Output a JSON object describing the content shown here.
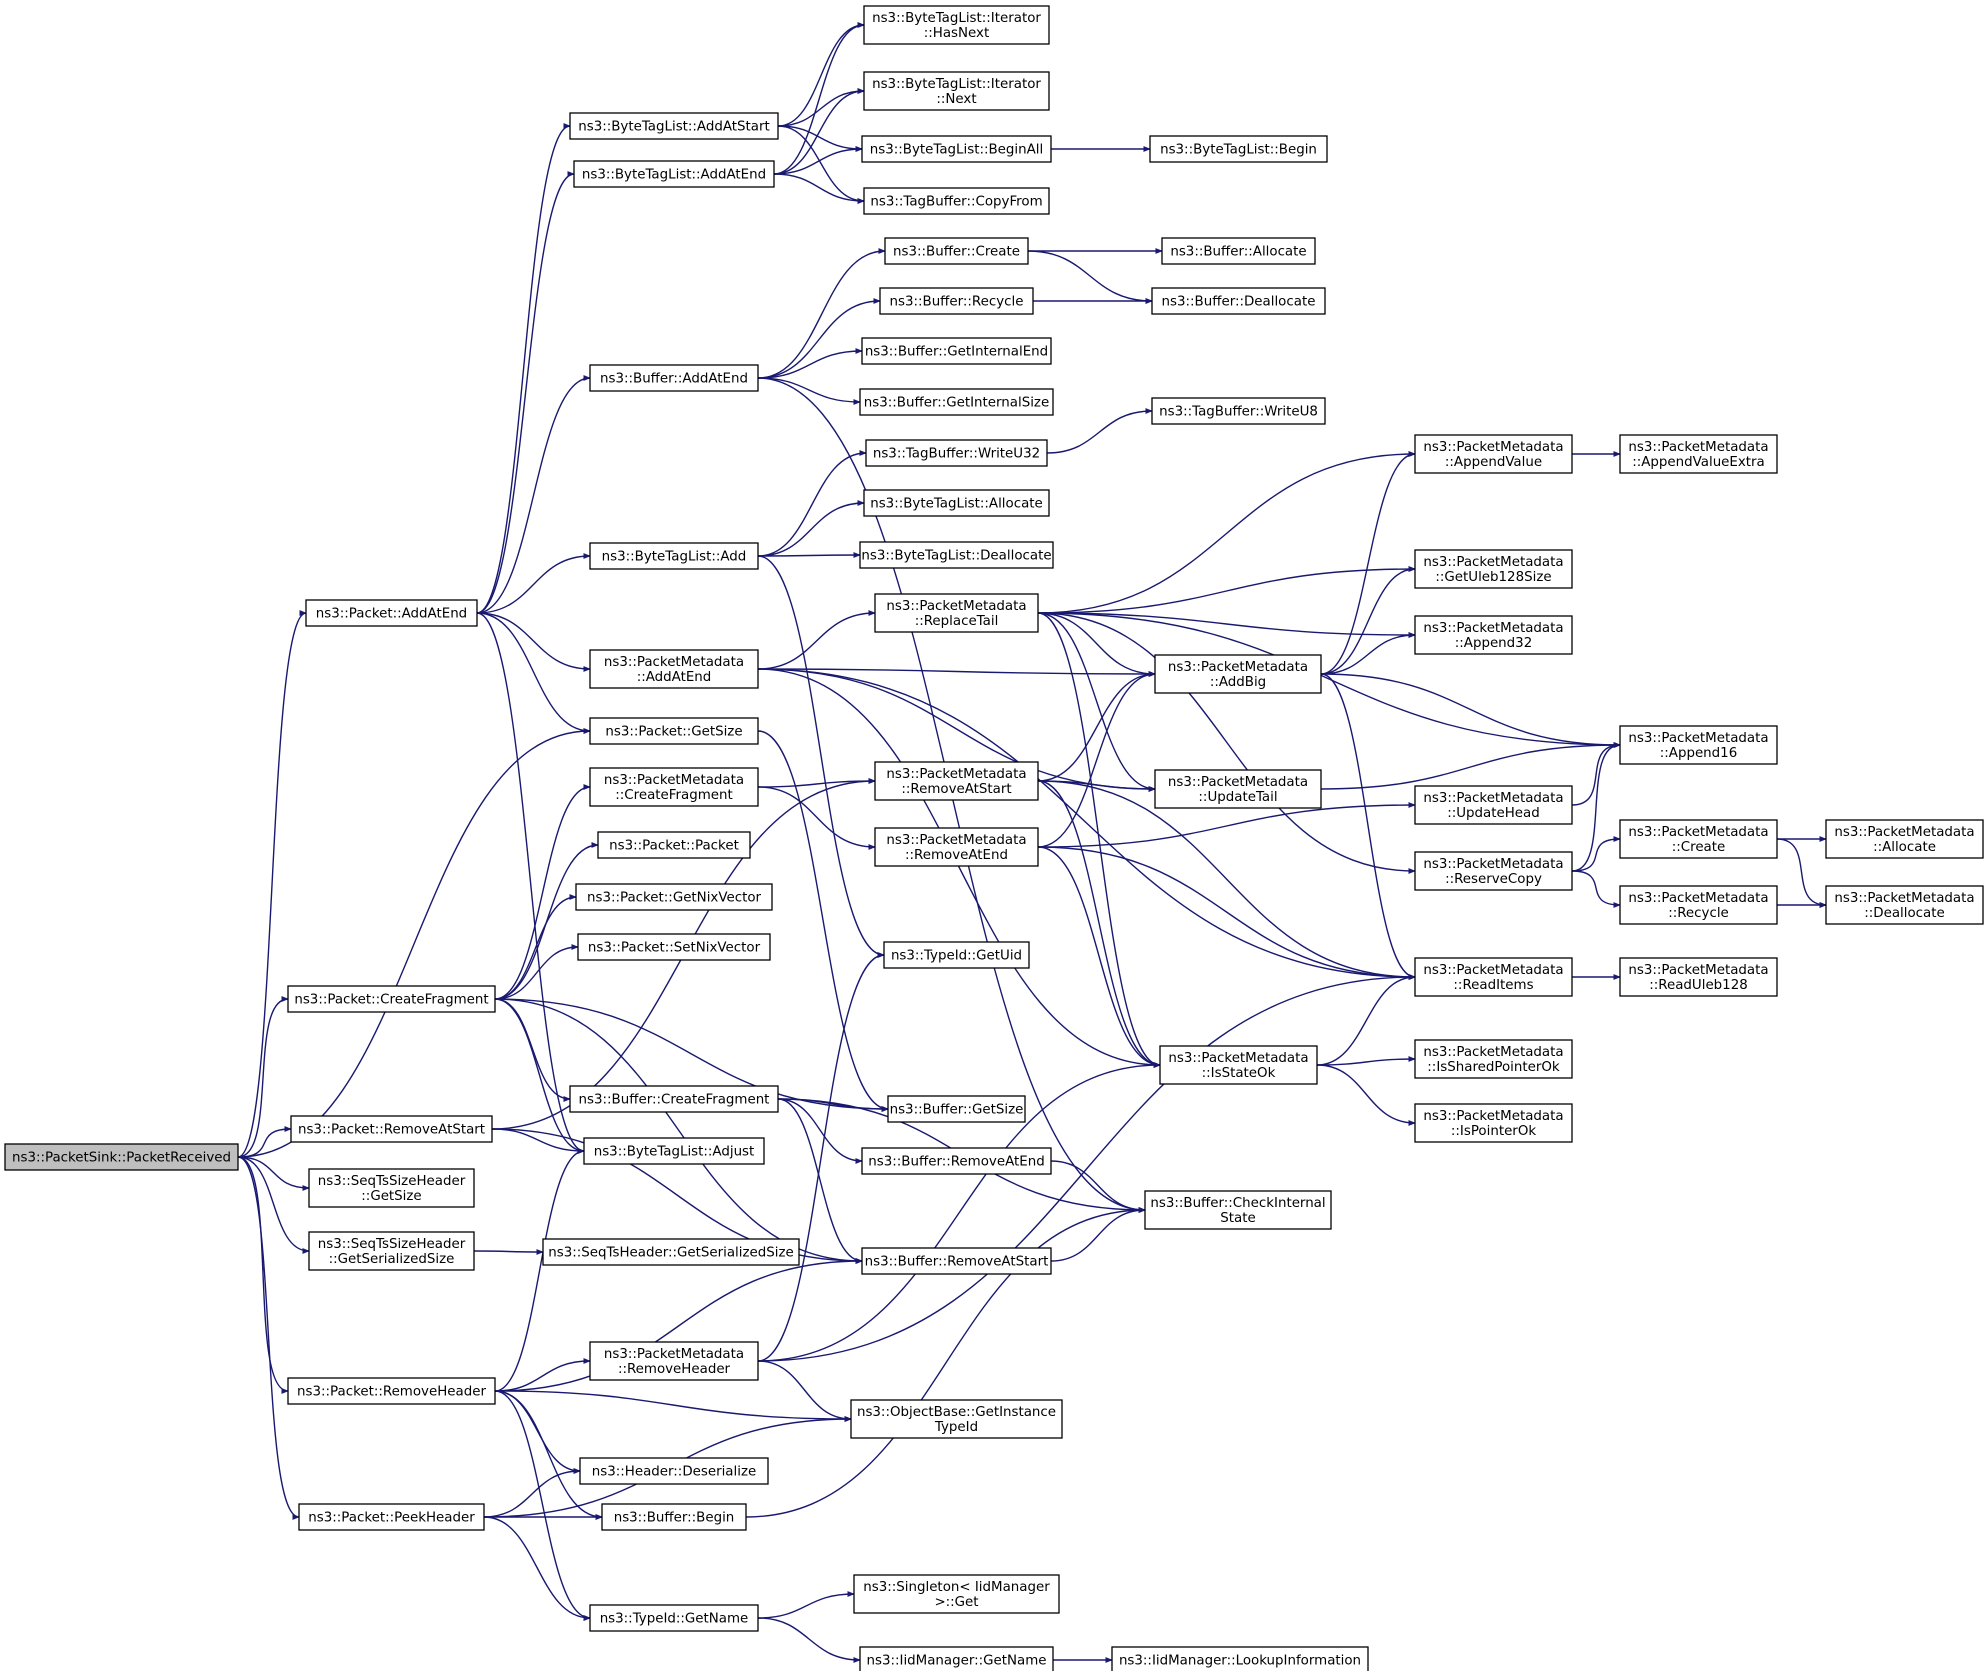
{
  "nodes": [
    {
      "id": "root",
      "lines": [
        "ns3::PacketSink::PacketReceived"
      ],
      "root": true
    },
    {
      "id": "pkt_addatend",
      "lines": [
        "ns3::Packet::AddAtEnd"
      ]
    },
    {
      "id": "pkt_createfrag",
      "lines": [
        "ns3::Packet::CreateFragment"
      ]
    },
    {
      "id": "pkt_removeatstart",
      "lines": [
        "ns3::Packet::RemoveAtStart"
      ]
    },
    {
      "id": "seqts_getsize",
      "lines": [
        "ns3::SeqTsSizeHeader",
        "::GetSize"
      ]
    },
    {
      "id": "seqts_getser",
      "lines": [
        "ns3::SeqTsSizeHeader",
        "::GetSerializedSize"
      ]
    },
    {
      "id": "pkt_removeheader",
      "lines": [
        "ns3::Packet::RemoveHeader"
      ]
    },
    {
      "id": "pkt_peekheader",
      "lines": [
        "ns3::Packet::PeekHeader"
      ]
    },
    {
      "id": "btl_addatstart",
      "lines": [
        "ns3::ByteTagList::AddAtStart"
      ]
    },
    {
      "id": "btl_addatend",
      "lines": [
        "ns3::ByteTagList::AddAtEnd"
      ]
    },
    {
      "id": "buf_addatend",
      "lines": [
        "ns3::Buffer::AddAtEnd"
      ]
    },
    {
      "id": "btl_add",
      "lines": [
        "ns3::ByteTagList::Add"
      ]
    },
    {
      "id": "pm_addatend",
      "lines": [
        "ns3::PacketMetadata",
        "::AddAtEnd"
      ]
    },
    {
      "id": "pkt_getsize",
      "lines": [
        "ns3::Packet::GetSize"
      ]
    },
    {
      "id": "pm_createfrag",
      "lines": [
        "ns3::PacketMetadata",
        "::CreateFragment"
      ]
    },
    {
      "id": "pkt_packet",
      "lines": [
        "ns3::Packet::Packet"
      ]
    },
    {
      "id": "pkt_getnix",
      "lines": [
        "ns3::Packet::GetNixVector"
      ]
    },
    {
      "id": "pkt_setnix",
      "lines": [
        "ns3::Packet::SetNixVector"
      ]
    },
    {
      "id": "buf_createfrag",
      "lines": [
        "ns3::Buffer::CreateFragment"
      ]
    },
    {
      "id": "btl_adjust",
      "lines": [
        "ns3::ByteTagList::Adjust"
      ]
    },
    {
      "id": "seqts_hdr_getser",
      "lines": [
        "ns3::SeqTsHeader::GetSerializedSize"
      ]
    },
    {
      "id": "pm_removeheader",
      "lines": [
        "ns3::PacketMetadata",
        "::RemoveHeader"
      ]
    },
    {
      "id": "hdr_deser",
      "lines": [
        "ns3::Header::Deserialize"
      ]
    },
    {
      "id": "buf_begin",
      "lines": [
        "ns3::Buffer::Begin"
      ]
    },
    {
      "id": "typeid_getname",
      "lines": [
        "ns3::TypeId::GetName"
      ]
    },
    {
      "id": "it_hasnext",
      "lines": [
        "ns3::ByteTagList::Iterator",
        "::HasNext"
      ]
    },
    {
      "id": "it_next",
      "lines": [
        "ns3::ByteTagList::Iterator",
        "::Next"
      ]
    },
    {
      "id": "btl_beginall",
      "lines": [
        "ns3::ByteTagList::BeginAll"
      ]
    },
    {
      "id": "tb_copyfrom",
      "lines": [
        "ns3::TagBuffer::CopyFrom"
      ]
    },
    {
      "id": "buf_create",
      "lines": [
        "ns3::Buffer::Create"
      ]
    },
    {
      "id": "buf_recycle",
      "lines": [
        "ns3::Buffer::Recycle"
      ]
    },
    {
      "id": "buf_getintend",
      "lines": [
        "ns3::Buffer::GetInternalEnd"
      ]
    },
    {
      "id": "buf_getintsize",
      "lines": [
        "ns3::Buffer::GetInternalSize"
      ]
    },
    {
      "id": "tb_writeu32",
      "lines": [
        "ns3::TagBuffer::WriteU32"
      ]
    },
    {
      "id": "btl_allocate",
      "lines": [
        "ns3::ByteTagList::Allocate"
      ]
    },
    {
      "id": "btl_deallocate",
      "lines": [
        "ns3::ByteTagList::Deallocate"
      ]
    },
    {
      "id": "pm_replacetail",
      "lines": [
        "ns3::PacketMetadata",
        "::ReplaceTail"
      ]
    },
    {
      "id": "pm_removeatstart",
      "lines": [
        "ns3::PacketMetadata",
        "::RemoveAtStart"
      ]
    },
    {
      "id": "pm_removeatend",
      "lines": [
        "ns3::PacketMetadata",
        "::RemoveAtEnd"
      ]
    },
    {
      "id": "typeid_getuid",
      "lines": [
        "ns3::TypeId::GetUid"
      ]
    },
    {
      "id": "buf_getsize",
      "lines": [
        "ns3::Buffer::GetSize"
      ]
    },
    {
      "id": "buf_removeatend",
      "lines": [
        "ns3::Buffer::RemoveAtEnd"
      ]
    },
    {
      "id": "buf_removeatstart",
      "lines": [
        "ns3::Buffer::RemoveAtStart"
      ]
    },
    {
      "id": "ob_getinsttypeid",
      "lines": [
        "ns3::ObjectBase::GetInstance",
        "TypeId"
      ]
    },
    {
      "id": "singleton_get",
      "lines": [
        "ns3::Singleton< IidManager",
        " >::Get"
      ]
    },
    {
      "id": "iid_getname",
      "lines": [
        "ns3::IidManager::GetName"
      ]
    },
    {
      "id": "btl_begin",
      "lines": [
        "ns3::ByteTagList::Begin"
      ]
    },
    {
      "id": "buf_allocate",
      "lines": [
        "ns3::Buffer::Allocate"
      ]
    },
    {
      "id": "buf_deallocate",
      "lines": [
        "ns3::Buffer::Deallocate"
      ]
    },
    {
      "id": "tb_writeu8",
      "lines": [
        "ns3::TagBuffer::WriteU8"
      ]
    },
    {
      "id": "pm_addbig",
      "lines": [
        "ns3::PacketMetadata",
        "::AddBig"
      ]
    },
    {
      "id": "pm_updatetail",
      "lines": [
        "ns3::PacketMetadata",
        "::UpdateTail"
      ]
    },
    {
      "id": "buf_checkint",
      "lines": [
        "ns3::Buffer::CheckInternal",
        "State"
      ]
    },
    {
      "id": "iid_lookup",
      "lines": [
        "ns3::IidManager::LookupInformation"
      ]
    },
    {
      "id": "pm_appendvalue",
      "lines": [
        "ns3::PacketMetadata",
        "::AppendValue"
      ]
    },
    {
      "id": "pm_getuleb",
      "lines": [
        "ns3::PacketMetadata",
        "::GetUleb128Size"
      ]
    },
    {
      "id": "pm_append32",
      "lines": [
        "ns3::PacketMetadata",
        "::Append32"
      ]
    },
    {
      "id": "pm_updatehead",
      "lines": [
        "ns3::PacketMetadata",
        "::UpdateHead"
      ]
    },
    {
      "id": "pm_reservecopy",
      "lines": [
        "ns3::PacketMetadata",
        "::ReserveCopy"
      ]
    },
    {
      "id": "pm_readitems",
      "lines": [
        "ns3::PacketMetadata",
        "::ReadItems"
      ]
    },
    {
      "id": "pm_isstateok",
      "lines": [
        "ns3::PacketMetadata",
        "::IsStateOk"
      ]
    },
    {
      "id": "pm_issharedptr",
      "lines": [
        "ns3::PacketMetadata",
        "::IsSharedPointerOk"
      ]
    },
    {
      "id": "pm_isptrok",
      "lines": [
        "ns3::PacketMetadata",
        "::IsPointerOk"
      ]
    },
    {
      "id": "pm_appendvalueextra",
      "lines": [
        "ns3::PacketMetadata",
        "::AppendValueExtra"
      ]
    },
    {
      "id": "pm_append16",
      "lines": [
        "ns3::PacketMetadata",
        "::Append16"
      ]
    },
    {
      "id": "pm_create",
      "lines": [
        "ns3::PacketMetadata",
        "::Create"
      ]
    },
    {
      "id": "pm_recycle",
      "lines": [
        "ns3::PacketMetadata",
        "::Recycle"
      ]
    },
    {
      "id": "pm_readuleb",
      "lines": [
        "ns3::PacketMetadata",
        "::ReadUleb128"
      ]
    },
    {
      "id": "pm_allocate",
      "lines": [
        "ns3::PacketMetadata",
        "::Allocate"
      ]
    },
    {
      "id": "pm_deallocate",
      "lines": [
        "ns3::PacketMetadata",
        "::Deallocate"
      ]
    }
  ],
  "edges": [
    [
      "root",
      "pkt_addatend"
    ],
    [
      "root",
      "pkt_getsize"
    ],
    [
      "root",
      "pkt_createfrag"
    ],
    [
      "root",
      "pkt_removeatstart"
    ],
    [
      "root",
      "seqts_getsize"
    ],
    [
      "root",
      "seqts_getser"
    ],
    [
      "root",
      "pkt_removeheader"
    ],
    [
      "root",
      "pkt_peekheader"
    ],
    [
      "pkt_addatend",
      "btl_addatstart"
    ],
    [
      "pkt_addatend",
      "btl_addatend"
    ],
    [
      "pkt_addatend",
      "buf_addatend"
    ],
    [
      "pkt_addatend",
      "btl_add"
    ],
    [
      "pkt_addatend",
      "pm_addatend"
    ],
    [
      "pkt_addatend",
      "pkt_getsize"
    ],
    [
      "pkt_addatend",
      "btl_adjust"
    ],
    [
      "pkt_createfrag",
      "pm_createfrag"
    ],
    [
      "pkt_createfrag",
      "pkt_packet"
    ],
    [
      "pkt_createfrag",
      "pkt_getnix"
    ],
    [
      "pkt_createfrag",
      "pkt_setnix"
    ],
    [
      "pkt_createfrag",
      "buf_createfrag"
    ],
    [
      "pkt_createfrag",
      "btl_adjust"
    ],
    [
      "pkt_createfrag",
      "buf_getsize"
    ],
    [
      "pkt_createfrag",
      "buf_removeatstart"
    ],
    [
      "pkt_removeatstart",
      "btl_adjust"
    ],
    [
      "pkt_removeatstart",
      "pm_removeatstart"
    ],
    [
      "pkt_removeatstart",
      "buf_removeatstart"
    ],
    [
      "seqts_getser",
      "seqts_hdr_getser"
    ],
    [
      "pkt_removeheader",
      "pm_removeheader"
    ],
    [
      "pkt_removeheader",
      "hdr_deser"
    ],
    [
      "pkt_removeheader",
      "buf_begin"
    ],
    [
      "pkt_removeheader",
      "typeid_getname"
    ],
    [
      "pkt_removeheader",
      "btl_adjust"
    ],
    [
      "pkt_removeheader",
      "buf_removeatstart"
    ],
    [
      "pkt_removeheader",
      "ob_getinsttypeid"
    ],
    [
      "pkt_peekheader",
      "hdr_deser"
    ],
    [
      "pkt_peekheader",
      "buf_begin"
    ],
    [
      "pkt_peekheader",
      "typeid_getname"
    ],
    [
      "pkt_peekheader",
      "ob_getinsttypeid"
    ],
    [
      "btl_addatstart",
      "it_hasnext"
    ],
    [
      "btl_addatstart",
      "it_next"
    ],
    [
      "btl_addatstart",
      "btl_beginall"
    ],
    [
      "btl_addatstart",
      "tb_copyfrom"
    ],
    [
      "btl_addatend",
      "it_hasnext"
    ],
    [
      "btl_addatend",
      "it_next"
    ],
    [
      "btl_addatend",
      "btl_beginall"
    ],
    [
      "btl_addatend",
      "tb_copyfrom"
    ],
    [
      "btl_beginall",
      "btl_begin"
    ],
    [
      "buf_addatend",
      "buf_create"
    ],
    [
      "buf_addatend",
      "buf_recycle"
    ],
    [
      "buf_addatend",
      "buf_getintend"
    ],
    [
      "buf_addatend",
      "buf_getintsize"
    ],
    [
      "buf_addatend",
      "buf_checkint"
    ],
    [
      "buf_create",
      "buf_allocate"
    ],
    [
      "buf_create",
      "buf_deallocate"
    ],
    [
      "buf_recycle",
      "buf_deallocate"
    ],
    [
      "btl_add",
      "tb_writeu32"
    ],
    [
      "btl_add",
      "btl_allocate"
    ],
    [
      "btl_add",
      "btl_deallocate"
    ],
    [
      "btl_add",
      "typeid_getuid"
    ],
    [
      "tb_writeu32",
      "tb_writeu8"
    ],
    [
      "pm_addatend",
      "pm_replacetail"
    ],
    [
      "pm_addatend",
      "pm_addbig"
    ],
    [
      "pm_addatend",
      "pm_updatetail"
    ],
    [
      "pm_addatend",
      "pm_readitems"
    ],
    [
      "pm_addatend",
      "pm_isstateok"
    ],
    [
      "pkt_getsize",
      "buf_getsize"
    ],
    [
      "pm_createfrag",
      "pm_removeatstart"
    ],
    [
      "pm_createfrag",
      "pm_removeatend"
    ],
    [
      "buf_createfrag",
      "buf_getsize"
    ],
    [
      "buf_createfrag",
      "buf_removeatend"
    ],
    [
      "buf_createfrag",
      "buf_removeatstart"
    ],
    [
      "buf_createfrag",
      "buf_checkint"
    ],
    [
      "pm_replacetail",
      "pm_appendvalue"
    ],
    [
      "pm_replacetail",
      "pm_append16"
    ],
    [
      "pm_replacetail",
      "pm_getuleb"
    ],
    [
      "pm_replacetail",
      "pm_append32"
    ],
    [
      "pm_replacetail",
      "pm_addbig"
    ],
    [
      "pm_replacetail",
      "pm_updatetail"
    ],
    [
      "pm_replacetail",
      "pm_reservecopy"
    ],
    [
      "pm_replacetail",
      "pm_isstateok"
    ],
    [
      "pm_removeatstart",
      "pm_addbig"
    ],
    [
      "pm_removeatstart",
      "pm_updatetail"
    ],
    [
      "pm_removeatstart",
      "pm_readitems"
    ],
    [
      "pm_removeatstart",
      "pm_isstateok"
    ],
    [
      "pm_removeatend",
      "pm_addbig"
    ],
    [
      "pm_removeatend",
      "pm_updatehead"
    ],
    [
      "pm_removeatend",
      "pm_readitems"
    ],
    [
      "pm_removeatend",
      "pm_isstateok"
    ],
    [
      "pm_removeheader",
      "typeid_getuid"
    ],
    [
      "pm_removeheader",
      "pm_isstateok"
    ],
    [
      "pm_removeheader",
      "pm_readitems"
    ],
    [
      "pm_removeheader",
      "ob_getinsttypeid"
    ],
    [
      "buf_removeatend",
      "buf_checkint"
    ],
    [
      "buf_removeatstart",
      "buf_checkint"
    ],
    [
      "buf_begin",
      "buf_checkint"
    ],
    [
      "typeid_getname",
      "singleton_get"
    ],
    [
      "typeid_getname",
      "iid_getname"
    ],
    [
      "iid_getname",
      "iid_lookup"
    ],
    [
      "pm_addbig",
      "pm_appendvalue"
    ],
    [
      "pm_addbig",
      "pm_getuleb"
    ],
    [
      "pm_addbig",
      "pm_append32"
    ],
    [
      "pm_addbig",
      "pm_append16"
    ],
    [
      "pm_addbig",
      "pm_readitems"
    ],
    [
      "pm_updatetail",
      "pm_append16"
    ],
    [
      "pm_updatehead",
      "pm_append16"
    ],
    [
      "pm_appendvalue",
      "pm_appendvalueextra"
    ],
    [
      "pm_reservecopy",
      "pm_append16"
    ],
    [
      "pm_reservecopy",
      "pm_create"
    ],
    [
      "pm_reservecopy",
      "pm_recycle"
    ],
    [
      "pm_create",
      "pm_allocate"
    ],
    [
      "pm_create",
      "pm_deallocate"
    ],
    [
      "pm_recycle",
      "pm_deallocate"
    ],
    [
      "pm_readitems",
      "pm_readuleb"
    ],
    [
      "pm_isstateok",
      "pm_readitems"
    ],
    [
      "pm_isstateok",
      "pm_issharedptr"
    ],
    [
      "pm_isstateok",
      "pm_isptrok"
    ]
  ]
}
